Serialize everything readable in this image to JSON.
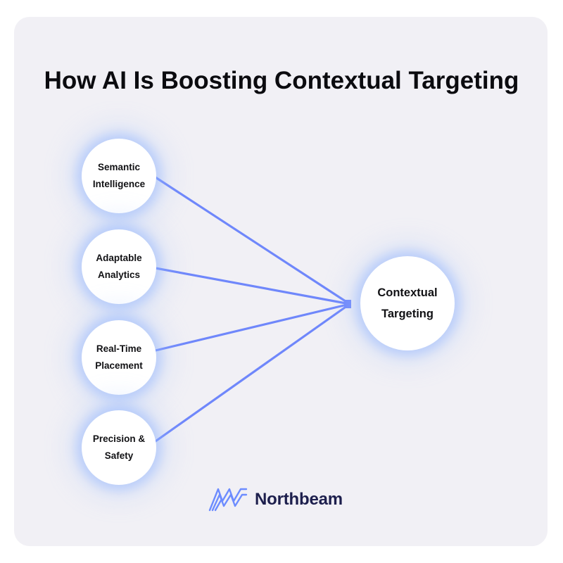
{
  "title": "How AI Is Boosting Contextual Targeting",
  "inputs": [
    {
      "label": "Semantic Intelligence"
    },
    {
      "label": "Adaptable Analytics"
    },
    {
      "label": "Real-Time Placement"
    },
    {
      "label": "Precision & Safety"
    }
  ],
  "target": {
    "label": "Contextual Targeting"
  },
  "brand": {
    "name": "Northbeam",
    "logo_icon": "northbeam-logo-icon"
  },
  "colors": {
    "connector": "#6f87fb",
    "background": "#f1f0f5",
    "node_glow": "#9dbcff",
    "brand_text": "#1d1f4d"
  }
}
